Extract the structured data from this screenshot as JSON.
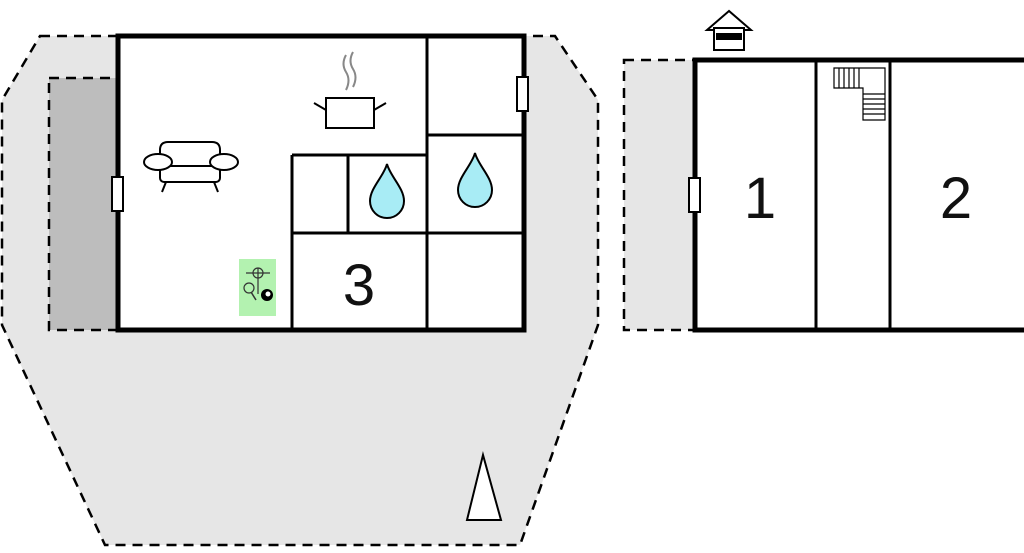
{
  "colors": {
    "background": "#ffffff",
    "plot": "#e6e6e6",
    "terrace": "#bdbdbd",
    "wall": "#000000",
    "water": "#a8ecf5",
    "activity": "#b3f2b0"
  },
  "rooms": [
    {
      "label": "1"
    },
    {
      "label": "2"
    },
    {
      "label": "3"
    }
  ],
  "icons": [
    "sofa-icon",
    "cooking-pot-icon",
    "water-drop-icon",
    "water-drop-icon",
    "activities-icon",
    "house-entrance-icon",
    "staircase-icon",
    "north-arrow-icon"
  ]
}
